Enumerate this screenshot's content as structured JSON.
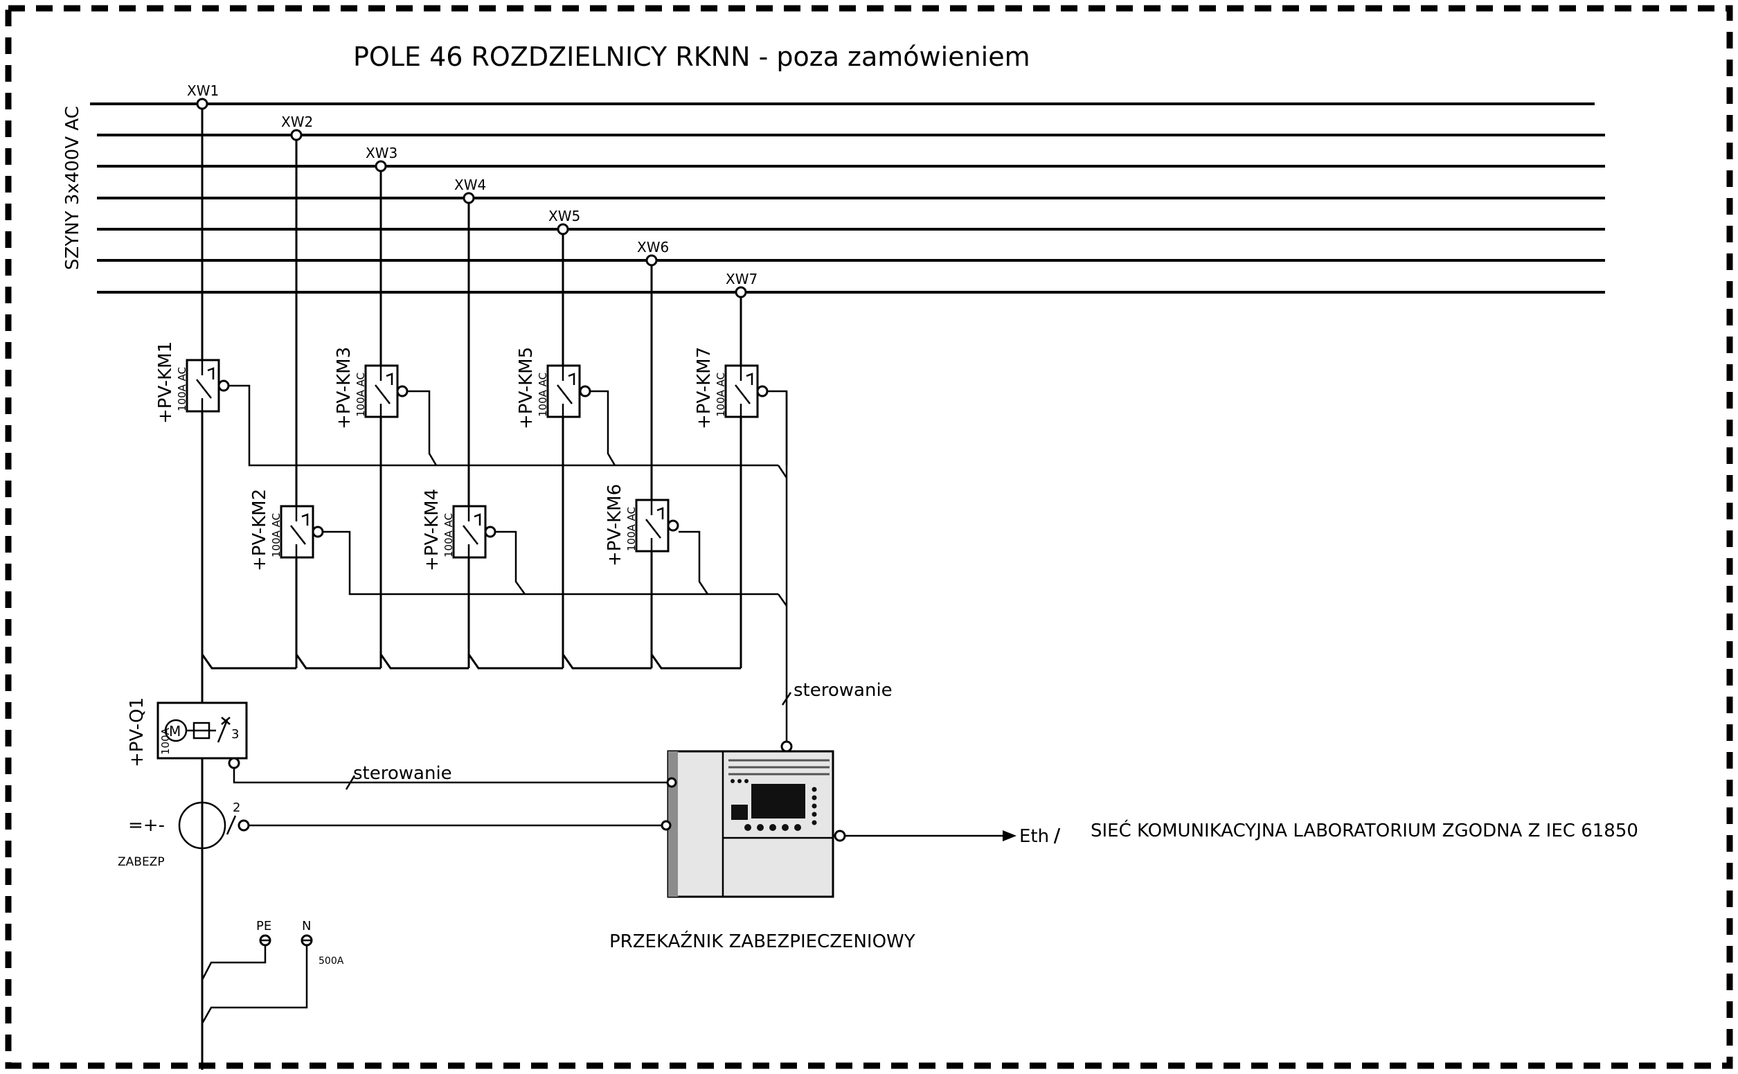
{
  "title": "POLE 46 ROZDZIELNICY RKNN - poza zamówieniem",
  "busbar_label": "SZYNY 3x400V AC",
  "busbars": [
    "XW1",
    "XW2",
    "XW3",
    "XW4",
    "XW5",
    "XW6",
    "XW7"
  ],
  "contactors": [
    {
      "name": "+PV-KM1",
      "rating": "100A AC"
    },
    {
      "name": "+PV-KM2",
      "rating": "100A AC"
    },
    {
      "name": "+PV-KM3",
      "rating": "100A AC"
    },
    {
      "name": "+PV-KM4",
      "rating": "100A AC"
    },
    {
      "name": "+PV-KM5",
      "rating": "100A AC"
    },
    {
      "name": "+PV-KM6",
      "rating": "100A AC"
    },
    {
      "name": "+PV-KM7",
      "rating": "100A AC"
    }
  ],
  "breaker": {
    "name": "+PV-Q1",
    "rating": "100A",
    "motor": "M",
    "poles": "3"
  },
  "protection": {
    "name": "=+-",
    "sub": "ZABEZP",
    "poles": "2"
  },
  "control_label_top": "sterowanie",
  "control_label_left": "sterowanie",
  "relay_label": "PRZEKAŹNIK ZABEZPIECZENIOWY",
  "eth_label": "Eth",
  "network_label": "SIEĆ KOMUNIKACYJNA LABORATORIUM ZGODNA Z IEC 61850",
  "pe_label": "PE",
  "n_label": "N",
  "n_rating": "500A"
}
